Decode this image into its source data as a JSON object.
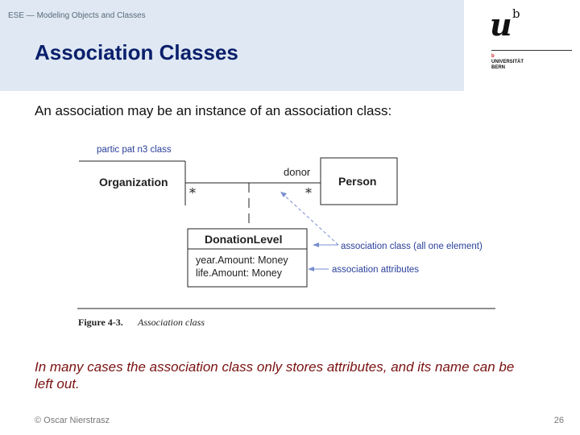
{
  "header": {
    "course": "ESE — Modeling Objects and Classes",
    "title": "Association Classes"
  },
  "logo": {
    "u": "u",
    "b": "b",
    "line1_prefix": "b",
    "line2": "UNIVERSITÄT",
    "line3": "BERN"
  },
  "intro": "An association may be an instance of an association class:",
  "diagram": {
    "participating_label": "partic pat n3 class",
    "class_org": "Organization",
    "class_person": "Person",
    "role_donor": "donor",
    "mult_left": "*",
    "mult_right": "*",
    "assoc_class_name": "DonationLevel",
    "attr1": "year.Amount: Money",
    "attr2": "life.Amount: Money",
    "ann_assoc_class": "association class (all one element)",
    "ann_assoc_attrs": "association attributes",
    "figure_num": "Figure 4-3.",
    "figure_caption": "Association class"
  },
  "note": "In many cases the association class only stores attributes, and its name can be left out.",
  "footer": {
    "author": "© Oscar Nierstrasz",
    "page": "26"
  }
}
